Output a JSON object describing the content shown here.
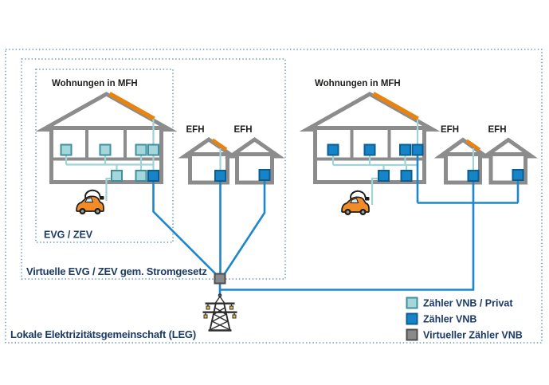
{
  "diagram": {
    "boxes": {
      "outer_label": "Lokale Elektrizitätsgemeinschaft (LEG)",
      "middle_label": "Virtuelle EVG / ZEV gem. Stromgesetz",
      "inner_label": "EVG / ZEV"
    },
    "houses": {
      "mfh_left_label": "Wohnungen in MFH",
      "mfh_right_label": "Wohnungen in MFH",
      "efh_labels": [
        "EFH",
        "EFH",
        "EFH",
        "EFH"
      ]
    },
    "legend": {
      "items": [
        {
          "icon": "meter-private-swatch",
          "label": "Zähler VNB / Privat"
        },
        {
          "icon": "meter-vnb-swatch",
          "label": "Zähler VNB"
        },
        {
          "icon": "meter-virtual-swatch",
          "label": "Virtueller Zähler VNB"
        }
      ]
    },
    "icons": [
      "solar-panel-icon",
      "ev-car-icon",
      "power-pylon-icon",
      "virtual-meter-icon"
    ]
  },
  "colors": {
    "background": "#ffffff",
    "navy": "#1b3a66",
    "label_dark": "#1d1d1b",
    "house_gray": "#8c8c8c",
    "solar_orange": "#e8830f",
    "line_blue": "#1d87cd",
    "line_teal": "#9fd3d8",
    "meter_private_fill": "#a5d6da",
    "meter_private_stroke": "#3e8fa0",
    "meter_vnb_fill": "#1585c8",
    "meter_vnb_stroke": "#0b5d92",
    "meter_virtual_fill": "#8a8a8a",
    "meter_virtual_stroke": "#4d4d4d",
    "dotted_border": "#6f9cb4",
    "car_orange": "#f28c28",
    "pylon_dark": "#2e2e2e",
    "insulator_yellow": "#e8c33a"
  }
}
